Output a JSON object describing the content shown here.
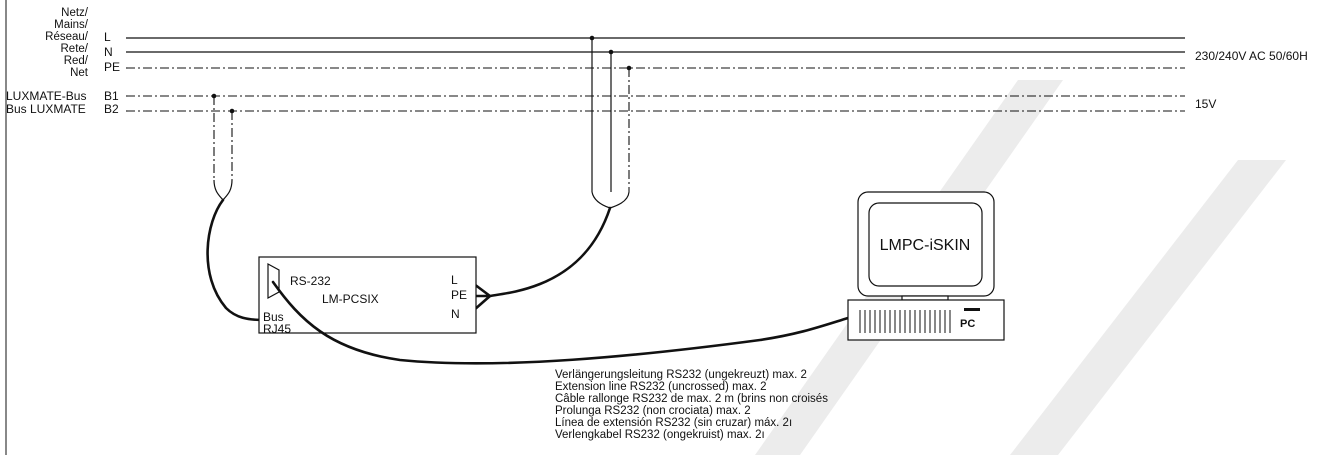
{
  "mains": {
    "labels": [
      "Netz/",
      "Mains/",
      "Réseau/",
      "Rete/",
      "Red/",
      "Net"
    ],
    "conductors": [
      "L",
      "N",
      "PE"
    ],
    "voltage": "230/240V AC 50/60H"
  },
  "bus": {
    "labels": [
      "LUXMATE-Bus",
      "Bus LUXMATE"
    ],
    "conductors": [
      "B1",
      "B2"
    ],
    "voltage": "15V"
  },
  "device": {
    "name": "LM-PCSIX",
    "rs232": "RS-232",
    "bus_port": [
      "Bus",
      "RJ45"
    ],
    "terminals": [
      "L",
      "PE",
      "N"
    ]
  },
  "computer": {
    "screen_label": "LMPC-iSKIN",
    "badge": "PC"
  },
  "cable_notes": [
    "Verlängerungsleitung RS232 (ungekreuzt) max. 2",
    "Extension line RS232 (uncrossed) max. 2",
    "Câble rallonge RS232 de max. 2 m (brins non croisés",
    "Prolunga RS232 (non crociata) max. 2",
    "Línea de extensión RS232 (sin cruzar) máx. 2ı",
    "Verlengkabel RS232 (ongekruist) max. 2ı"
  ]
}
